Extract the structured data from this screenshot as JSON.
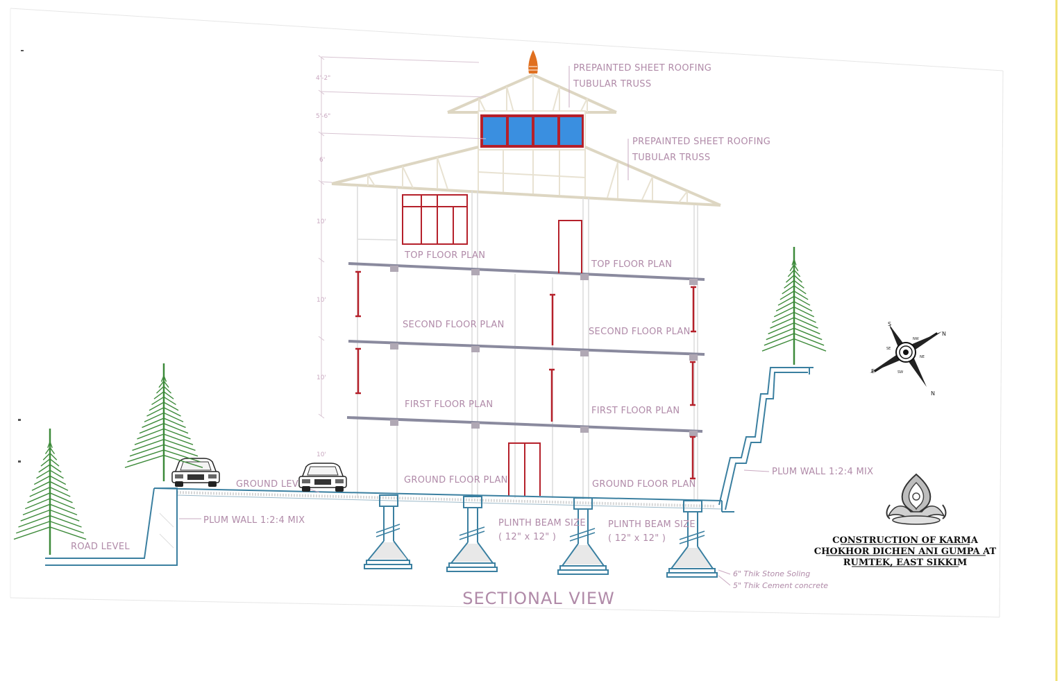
{
  "drawing": {
    "title": "SECTIONAL VIEW",
    "project_lines": [
      "CONSTRUCTION OF KARMA",
      "CHOKHOR DICHEN ANI GUMPA AT",
      "RUMTEK, EAST SIKKIM"
    ]
  },
  "labels": {
    "roof_upper_sheet": "PREPAINTED SHEET ROOFING",
    "roof_upper_truss": "TUBULAR TRUSS",
    "roof_lower_sheet": "PREPAINTED SHEET ROOFING",
    "roof_lower_truss": "TUBULAR TRUSS",
    "top_floor_left": "TOP FLOOR PLAN",
    "top_floor_right": "TOP FLOOR PLAN",
    "second_floor_left": "SECOND FLOOR PLAN",
    "second_floor_right": "SECOND FLOOR PLAN",
    "first_floor_left": "FIRST FLOOR PLAN",
    "first_floor_right": "FIRST FLOOR PLAN",
    "ground_floor_left": "GROUND FLOOR PLAN",
    "ground_floor_right": "GROUND FLOOR PLAN",
    "ground_level": "GROUND LEVEL",
    "road_level": "ROAD LEVEL",
    "plum_wall_left": "PLUM WALL 1:2:4 MIX",
    "plum_wall_right": "PLUM WALL 1:2:4 MIX",
    "plinth_beam_1": "PLINTH BEAM SIZE",
    "plinth_beam_1_dim": "( 12\" x 12\" )",
    "plinth_beam_2": "PLINTH BEAM SIZE",
    "plinth_beam_2_dim": "( 12\" x 12\" )",
    "stone_soling": "6\" Thik Stone Soling",
    "cement_concrete": "5\" Thik Cement concrete"
  },
  "dimensions": {
    "d1": "4'-2\"",
    "d2": "5'-6\"",
    "d3": "6'",
    "d4": "10'",
    "d5": "10'",
    "d6": "10'",
    "d7": "10'"
  },
  "compass": {
    "n": "N",
    "s": "S",
    "e": "E",
    "ne": "NE",
    "nw": "NW",
    "se": "SE",
    "sw": "SW"
  },
  "colors": {
    "accent_red": "#b5202a",
    "glass_blue": "#3a8fe0",
    "structure_blue": "#3a7fa0",
    "tree_green": "#3d8a3a",
    "label_mauve": "#b08aa8",
    "beam_grey": "#8a8a9e"
  }
}
